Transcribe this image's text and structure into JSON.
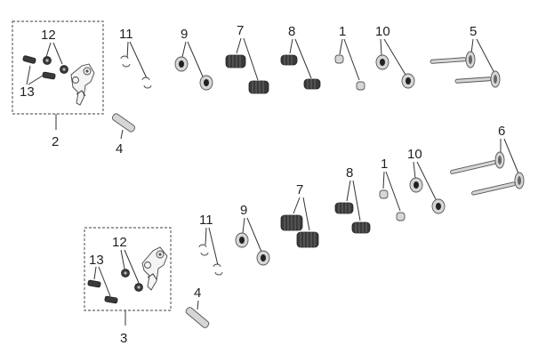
{
  "callouts": {
    "c1_top": "1",
    "c1_bot": "1",
    "c2": "2",
    "c3": "3",
    "c4_top": "4",
    "c4_bot": "4",
    "c5": "5",
    "c6": "6",
    "c7_top": "7",
    "c7_bot": "7",
    "c8_top": "8",
    "c8_bot": "8",
    "c9_top": "9",
    "c9_bot": "9",
    "c10_top": "10",
    "c10_bot": "10",
    "c11_top": "11",
    "c11_bot": "11",
    "c12_top": "12",
    "c12_bot": "12",
    "c13_top": "13",
    "c13_bot": "13"
  }
}
